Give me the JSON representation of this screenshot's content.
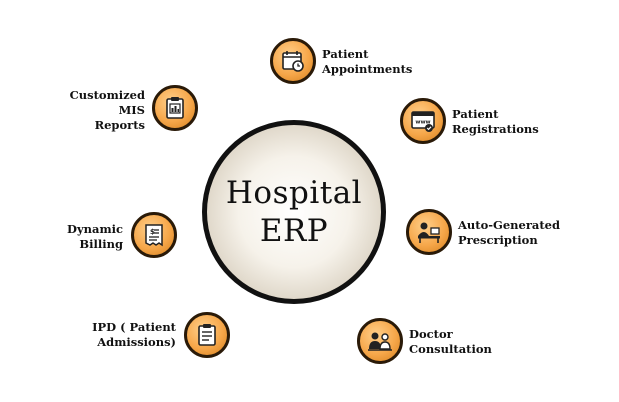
{
  "hub": {
    "line1": "Hospital",
    "line2": "ERP"
  },
  "nodes": [
    {
      "id": "appointments",
      "icon": "calendar-clock-icon",
      "lines": [
        "Patient",
        "Appointments"
      ]
    },
    {
      "id": "registrations",
      "icon": "web-browser-check-icon",
      "lines": [
        "Patient",
        "Registrations"
      ]
    },
    {
      "id": "prescription",
      "icon": "doctor-desk-icon",
      "lines": [
        "Auto-Generated",
        "Prescription"
      ]
    },
    {
      "id": "consultation",
      "icon": "doctor-patient-icon",
      "lines": [
        "Doctor",
        "Consultation"
      ]
    },
    {
      "id": "admissions",
      "icon": "clipboard-list-icon",
      "lines": [
        "IPD ( Patient",
        "Admissions)"
      ]
    },
    {
      "id": "billing",
      "icon": "invoice-icon",
      "lines": [
        "Dynamic",
        "Billing"
      ]
    },
    {
      "id": "mis-reports",
      "icon": "report-clipboard-icon",
      "lines": [
        "Customized",
        "MIS",
        "Reports"
      ]
    }
  ],
  "colors": {
    "node_fill": "#f6a74a",
    "node_border": "#2a1a08",
    "hub_border": "#111111"
  }
}
